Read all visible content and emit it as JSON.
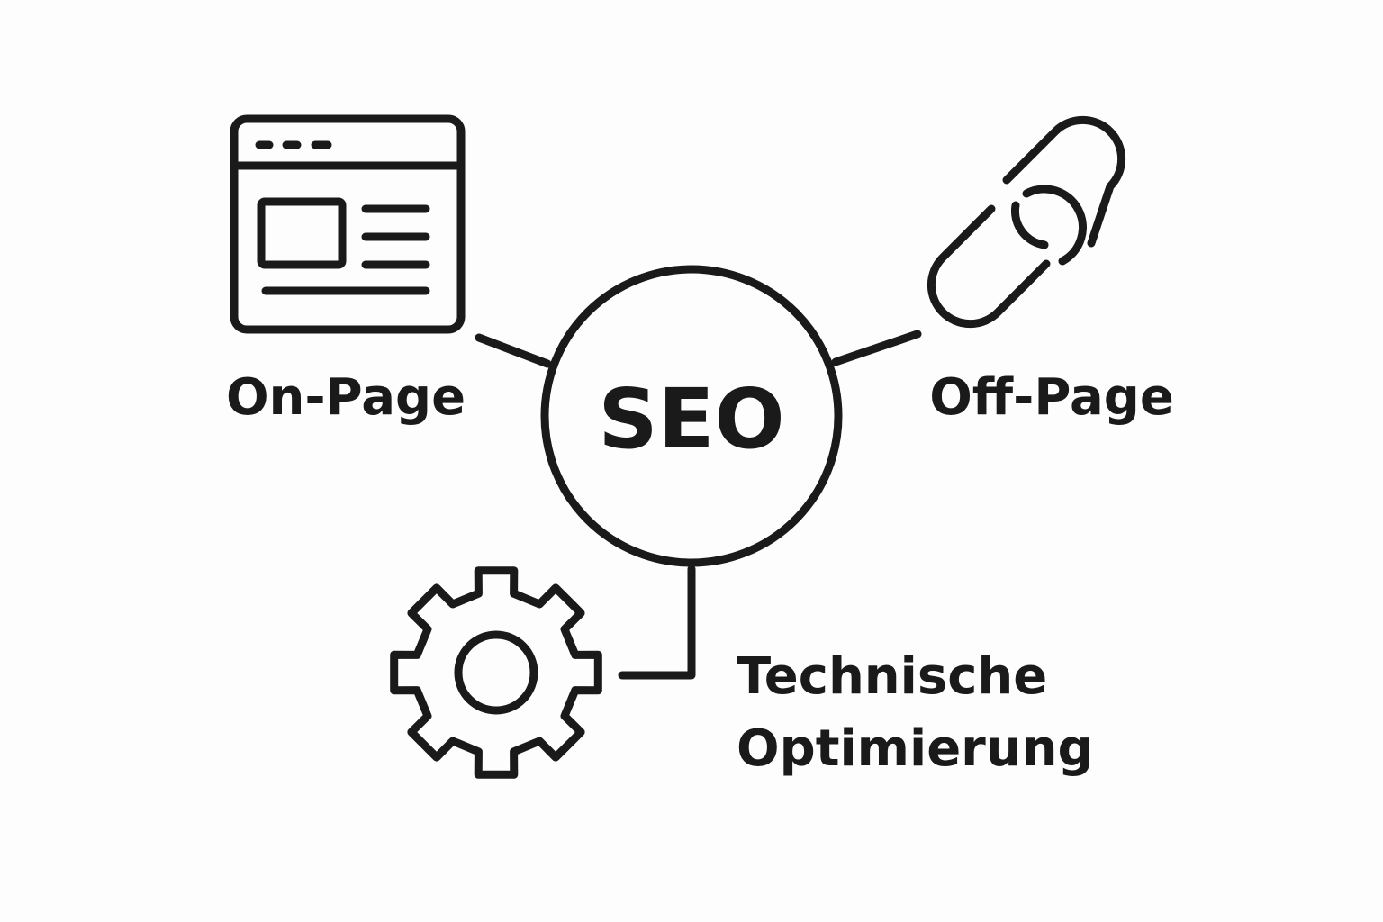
{
  "center": {
    "label": "SEO"
  },
  "branches": [
    {
      "label": "On-Page",
      "icon": "browser-window-icon"
    },
    {
      "label": "Off-Page",
      "icon": "chain-link-icon"
    },
    {
      "label_lines": [
        "Technische",
        "Optimierung"
      ],
      "icon": "gear-icon"
    }
  ],
  "colors": {
    "stroke": "#1a1a1a",
    "background": "#fdfdfd"
  }
}
